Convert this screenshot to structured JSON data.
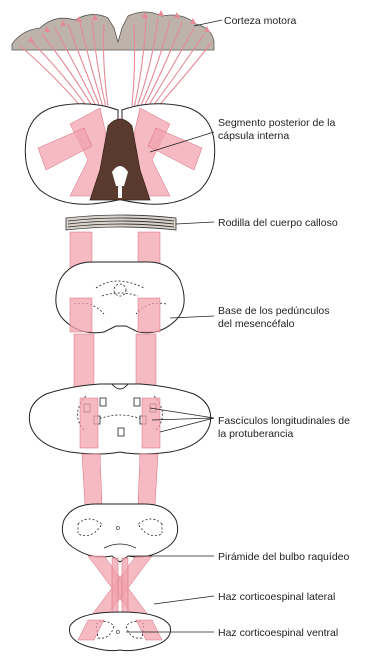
{
  "labels": {
    "motor_cortex": "Corteza motora",
    "internal_capsule_line1": "Segmento posterior de la",
    "internal_capsule_line2": "cápsula interna",
    "corpus_callosum": "Rodilla del cuerpo calloso",
    "peduncles_line1": "Base de los pedúnculos",
    "peduncles_line2": "del mesencéfalo",
    "pons_line1": "Fascículos longitudinales de",
    "pons_line2": "la protuberancia",
    "medulla_pyramid": "Pirámide del bulbo raquídeo",
    "lateral_tract": "Haz corticoespinal lateral",
    "ventral_tract": "Haz corticoespinal ventral"
  },
  "colors": {
    "tract": "#f2a3ad",
    "cortex": "#bdb3aa",
    "gray_matter": "#5a3a2e"
  }
}
